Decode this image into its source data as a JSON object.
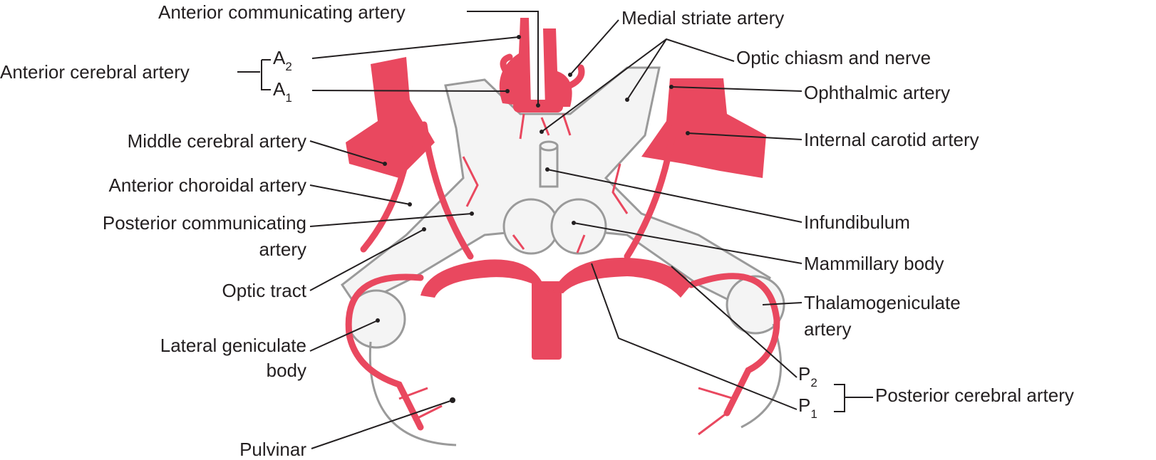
{
  "title": "Arteries of the base of the brain around the optic chiasm",
  "colors": {
    "artery": "#e9485f",
    "structure": "#9a9a9a",
    "text": "#231f20"
  },
  "labels": {
    "anterior_communicating": "Anterior communicating artery",
    "medial_striate": "Medial striate artery",
    "anterior_cerebral": "Anterior cerebral artery",
    "a2": "A",
    "a2_sub": "2",
    "a1": "A",
    "a1_sub": "1",
    "optic_chiasm": "Optic chiasm and nerve",
    "ophthalmic": "Ophthalmic artery",
    "middle_cerebral": "Middle cerebral artery",
    "internal_carotid": "Internal carotid artery",
    "anterior_choroidal": "Anterior choroidal artery",
    "posterior_communicating_1": "Posterior communicating",
    "posterior_communicating_2": "artery",
    "infundibulum": "Infundibulum",
    "mammillary": "Mammillary body",
    "optic_tract": "Optic tract",
    "thalamogeniculate_1": "Thalamogeniculate",
    "thalamogeniculate_2": "artery",
    "lateral_geniculate_1": "Lateral geniculate",
    "lateral_geniculate_2": "body",
    "p2": "P",
    "p2_sub": "2",
    "p1": "P",
    "p1_sub": "1",
    "posterior_cerebral": "Posterior cerebral artery",
    "pulvinar": "Pulvinar"
  }
}
